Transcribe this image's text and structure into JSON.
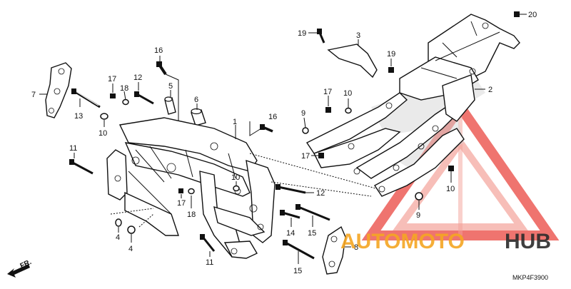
{
  "diagram": {
    "part_labels": [
      {
        "id": "p1",
        "text": "1"
      },
      {
        "id": "p2",
        "text": "2"
      },
      {
        "id": "p3",
        "text": "3"
      },
      {
        "id": "p4a",
        "text": "4"
      },
      {
        "id": "p4b",
        "text": "4"
      },
      {
        "id": "p5",
        "text": "5"
      },
      {
        "id": "p6",
        "text": "6"
      },
      {
        "id": "p7",
        "text": "7"
      },
      {
        "id": "p8",
        "text": "8"
      },
      {
        "id": "p9a",
        "text": "9"
      },
      {
        "id": "p9b",
        "text": "9"
      },
      {
        "id": "p10a",
        "text": "10"
      },
      {
        "id": "p10b",
        "text": "10"
      },
      {
        "id": "p10c",
        "text": "10"
      },
      {
        "id": "p10d",
        "text": "10"
      },
      {
        "id": "p11a",
        "text": "11"
      },
      {
        "id": "p11b",
        "text": "11"
      },
      {
        "id": "p12a",
        "text": "12"
      },
      {
        "id": "p12b",
        "text": "12"
      },
      {
        "id": "p13",
        "text": "13"
      },
      {
        "id": "p14",
        "text": "14"
      },
      {
        "id": "p15a",
        "text": "15"
      },
      {
        "id": "p15b",
        "text": "15"
      },
      {
        "id": "p16a",
        "text": "16"
      },
      {
        "id": "p16b",
        "text": "16"
      },
      {
        "id": "p17a",
        "text": "17"
      },
      {
        "id": "p17b",
        "text": "17"
      },
      {
        "id": "p17c",
        "text": "17"
      },
      {
        "id": "p17d",
        "text": "17"
      },
      {
        "id": "p18a",
        "text": "18"
      },
      {
        "id": "p18b",
        "text": "18"
      },
      {
        "id": "p19a",
        "text": "19"
      },
      {
        "id": "p19b",
        "text": "19"
      },
      {
        "id": "p20",
        "text": "20"
      }
    ],
    "direction_label": "FR.",
    "diagram_code": "MKP4F3900"
  },
  "watermark": {
    "text_part1": "AUTOMOTO",
    "text_part2": "HUB",
    "color_red": "#e8322b",
    "color_orange": "#f5a623",
    "color_dark": "#2b2b2b"
  }
}
